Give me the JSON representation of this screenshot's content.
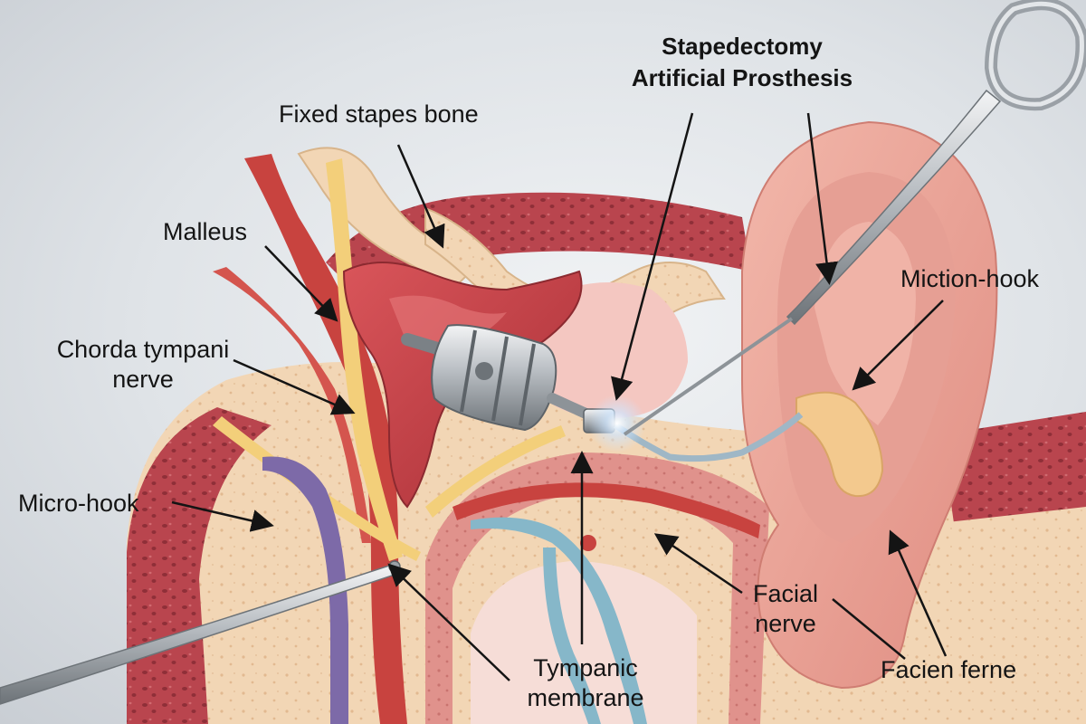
{
  "labels": {
    "title_line1": "Stapedectomy",
    "title_line2": "Artificial Prosthesis",
    "fixed_stapes": "Fixed stapes bone",
    "malleus": "Malleus",
    "chorda_line1": "Chorda tympani",
    "chorda_line2": "nerve",
    "micro_hook": "Micro-hook",
    "miction_hook": "Miction-hook",
    "facial_line1": "Facial",
    "facial_line2": "nerve",
    "tympanic_line1": "Tympanic",
    "tympanic_line2": "membrane",
    "facien_ferne": "Facien ferne"
  },
  "colors": {
    "background": "#dfe3e7",
    "bone": "#f3dcc0",
    "bone_dark": "#b8454d",
    "tissue": "#e89a92",
    "ear": "#eea79b",
    "nerve_yellow": "#f3cf7a",
    "nerve_red": "#c8433f",
    "vein_purple": "#7d6aa8",
    "vessel_blue": "#86b7c9",
    "metal": "#a9aeb3",
    "text": "#141414"
  }
}
